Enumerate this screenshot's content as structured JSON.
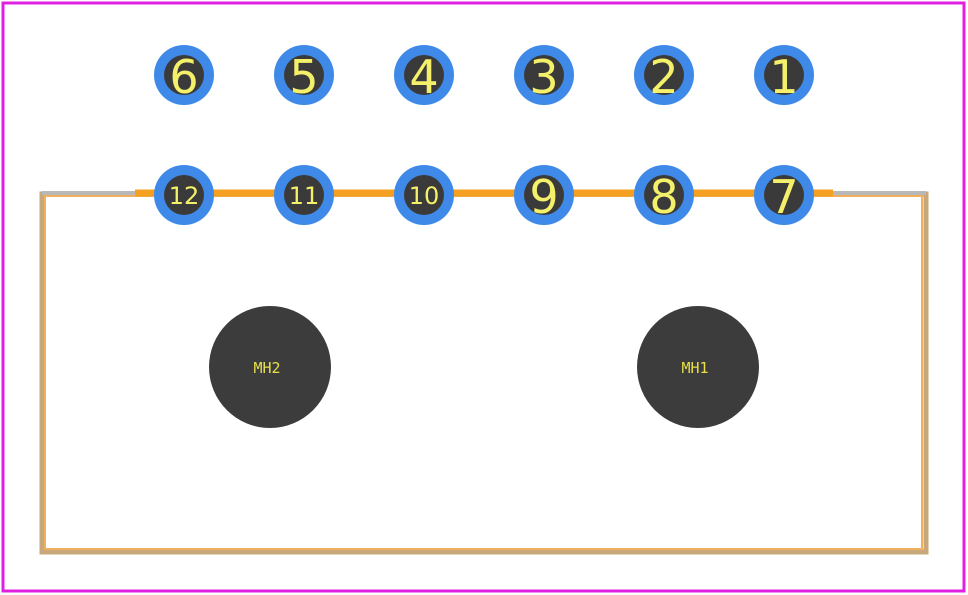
{
  "colors": {
    "boundary": "#e020e0",
    "outline_fill": "#c8a878",
    "outline_edge": "#f0b060",
    "silkscreen": "#f5a020",
    "silk_grey": "#b8b8b8",
    "pad_ring": "#3f8ae8",
    "pad_core": "#3a3a3a",
    "hole": "#3c3c3c",
    "label": "#f4f06a"
  },
  "pads_top": [
    {
      "label": "6"
    },
    {
      "label": "5"
    },
    {
      "label": "4"
    },
    {
      "label": "3"
    },
    {
      "label": "2"
    },
    {
      "label": "1"
    }
  ],
  "pads_bottom": [
    {
      "label": "12"
    },
    {
      "label": "11"
    },
    {
      "label": "10"
    },
    {
      "label": "9"
    },
    {
      "label": "8"
    },
    {
      "label": "7"
    }
  ],
  "mounting_holes": [
    {
      "label": "MH2"
    },
    {
      "label": "MH1"
    }
  ]
}
